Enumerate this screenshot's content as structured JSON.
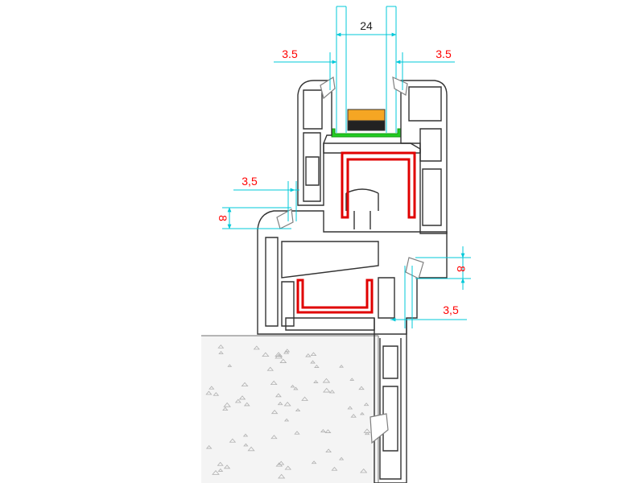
{
  "colors": {
    "profile_outline": "#333333",
    "dimension_line": "#00c8d8",
    "dimension_text": "#ff0000",
    "reinforcement": "#e00000",
    "gasket": "#808080",
    "spacer_fill": "#f5a623",
    "spacer_bead": "#000000",
    "glazing_seal": "#22cc22",
    "concrete_fill": "#f4f4f4",
    "concrete_edge": "#8c8c8c",
    "concrete_speckle": "#b0b0b0"
  },
  "dimensions": {
    "glass_thickness": "24",
    "glass_rebate_left": "3.5",
    "glass_rebate_right": "3.5",
    "sash_overlap": "3,5",
    "sash_gap_left": "8",
    "frame_gap_right": "8",
    "frame_overlap": "3,5"
  }
}
